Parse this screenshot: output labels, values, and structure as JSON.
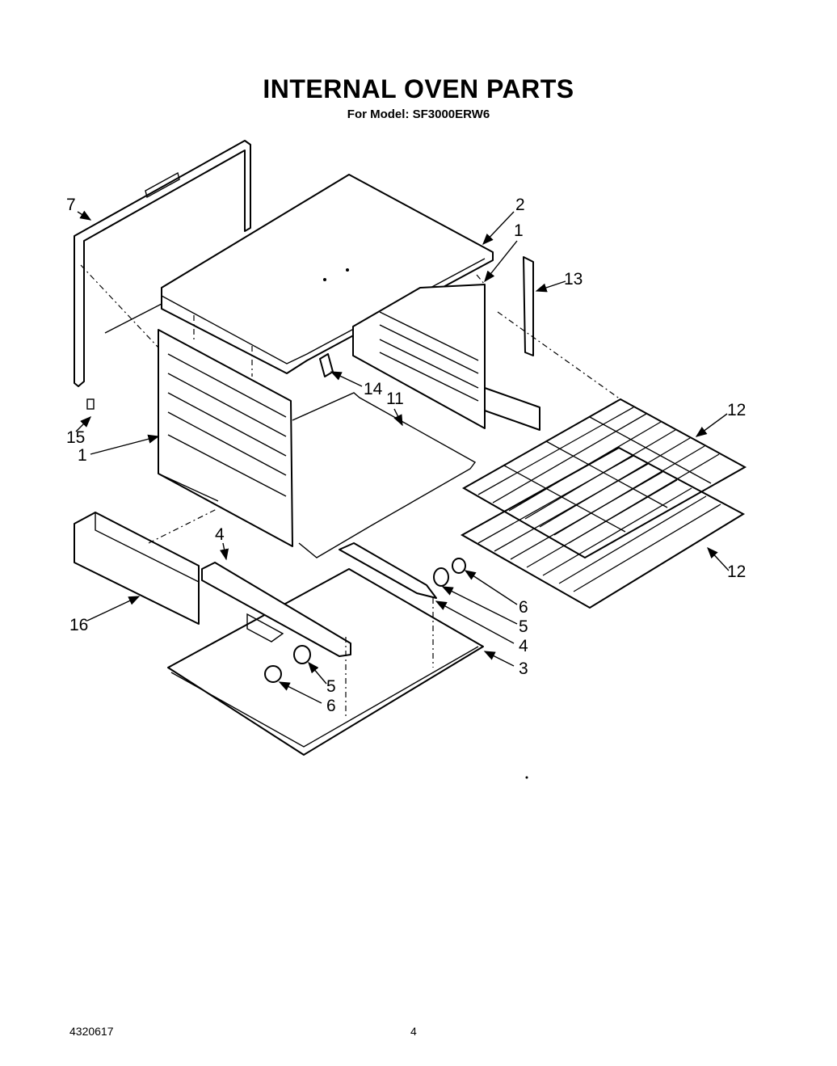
{
  "header": {
    "title": "INTERNAL OVEN PARTS",
    "subtitle": "For Model: SF3000ERW6"
  },
  "footer": {
    "doc_number": "4320617",
    "page_number": "4"
  },
  "callouts": {
    "c1_right": "1",
    "c1_left": "1",
    "c2": "2",
    "c3": "3",
    "c4_top": "4",
    "c4_right": "4",
    "c5_center": "5",
    "c5_right": "5",
    "c6_center": "6",
    "c6_right": "6",
    "c7": "7",
    "c11": "11",
    "c12_top": "12",
    "c12_bottom": "12",
    "c13": "13",
    "c14": "14",
    "c15": "15",
    "c16": "16"
  }
}
